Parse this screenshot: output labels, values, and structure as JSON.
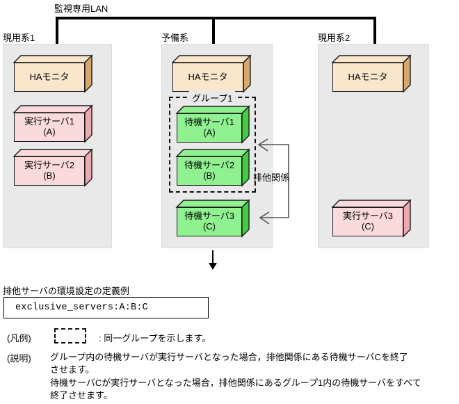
{
  "diagram": {
    "lan": {
      "label": "監視専用LAN"
    },
    "systems": [
      {
        "id": "active1",
        "label": "現用系1",
        "boxes": [
          {
            "name": "ha-monitor",
            "line1": "HAモニタ",
            "line2": "",
            "color": "cream"
          },
          {
            "name": "active-server-1",
            "line1": "実行サーバ1",
            "line2": "(A)",
            "color": "pink"
          },
          {
            "name": "active-server-2",
            "line1": "実行サーバ2",
            "line2": "(B)",
            "color": "pink"
          }
        ]
      },
      {
        "id": "standby",
        "label": "予備系",
        "group_label": "グループ1",
        "boxes": [
          {
            "name": "ha-monitor",
            "line1": "HAモニタ",
            "line2": "",
            "color": "cream"
          },
          {
            "name": "standby-server-1",
            "line1": "待機サーバ1",
            "line2": "(A)",
            "color": "green"
          },
          {
            "name": "standby-server-2",
            "line1": "待機サーバ2",
            "line2": "(B)",
            "color": "green"
          },
          {
            "name": "standby-server-3",
            "line1": "待機サーバ3",
            "line2": "(C)",
            "color": "green"
          }
        ]
      },
      {
        "id": "active2",
        "label": "現用系2",
        "boxes": [
          {
            "name": "ha-monitor",
            "line1": "HAモニタ",
            "line2": "",
            "color": "cream"
          },
          {
            "name": "active-server-3",
            "line1": "実行サーバ3",
            "line2": "(C)",
            "color": "pink"
          }
        ]
      }
    ],
    "exclusive_relation": {
      "label": "排他関係"
    }
  },
  "definition": {
    "title": "排他サーバの環境設定の定義例",
    "code": "exclusive_servers:A:B:C"
  },
  "legend": {
    "tag": "(凡例)",
    "text": ": 同一グループを示します。"
  },
  "description": {
    "tag": "(説明)",
    "line1": "グループ内の待機サーバが実行サーバとなった場合，排他関係にある待機サーバCを終了",
    "line2": "させます。",
    "line3": "待機サーバCが実行サーバとなった場合，排他関係にあるグループ1内の待機サーバをすべて",
    "line4": "終了させます。"
  },
  "colors": {
    "cream_face": "#f9e6cb",
    "cream_side": "#d7a86b",
    "pink_face": "#fbdade",
    "pink_side": "#eda9b3",
    "green_face": "#8ff18f",
    "green_side": "#44cc44",
    "panel_bg": "#e9e9e9",
    "line": "#1a1a1a",
    "connector": "#555555"
  }
}
